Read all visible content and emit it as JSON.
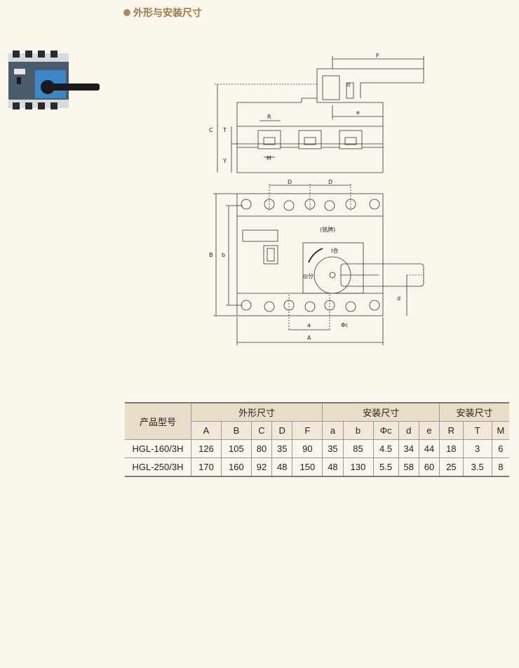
{
  "section_title": "外形与安装尺寸",
  "drawing": {
    "label_F": "F",
    "label_e": "e",
    "label_R": "R",
    "label_M": "M",
    "label_C": "C",
    "label_T": "T",
    "label_Y": "Y",
    "label_D1": "D",
    "label_D2": "D",
    "label_B": "B",
    "label_b": "b",
    "label_d": "d",
    "label_a": "a",
    "label_A": "A",
    "label_phic": "Φc",
    "nameplate": "(铭牌)",
    "on_label": "Ⅰ合",
    "off_label": "◎分"
  },
  "table": {
    "model_header": "产品型号",
    "group1": "外形尺寸",
    "group2": "安装尺寸",
    "group3": "安装尺寸",
    "columns": [
      "A",
      "B",
      "C",
      "D",
      "F",
      "a",
      "b",
      "Φc",
      "d",
      "e",
      "R",
      "T",
      "M"
    ],
    "rows": [
      {
        "model": "HGL-160/3H",
        "values": [
          "126",
          "105",
          "80",
          "35",
          "90",
          "35",
          "85",
          "4.5",
          "34",
          "44",
          "18",
          "3",
          "6"
        ]
      },
      {
        "model": "HGL-250/3H",
        "values": [
          "170",
          "160",
          "92",
          "48",
          "150",
          "48",
          "130",
          "5.5",
          "58",
          "60",
          "25",
          "3.5",
          "8"
        ]
      }
    ]
  }
}
